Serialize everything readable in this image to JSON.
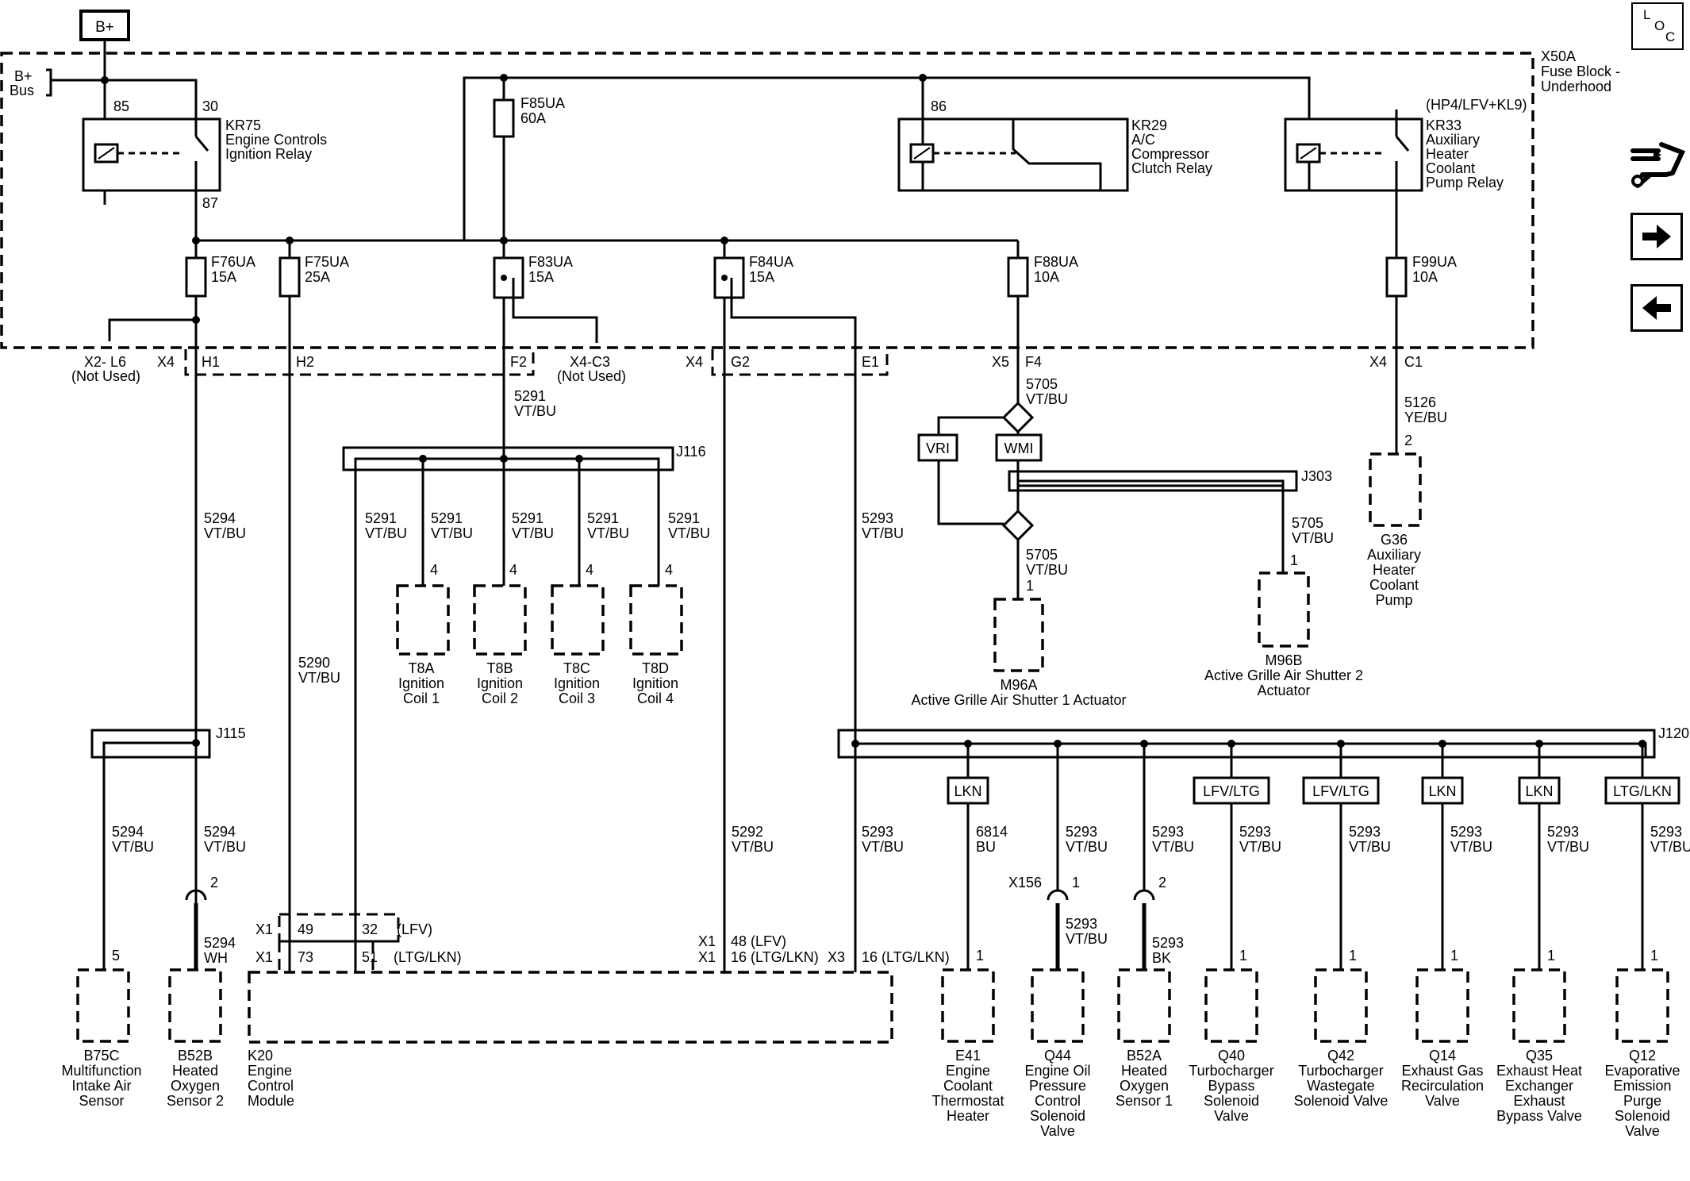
{
  "supply": {
    "label": "B+",
    "bus_label_1": "B+",
    "bus_label_2": "Bus"
  },
  "fuse_block": {
    "label_1": "X50A",
    "label_2": "Fuse Block -",
    "label_3": "Underhood"
  },
  "relays": {
    "kr75": {
      "id": "KR75",
      "line1": "Engine Controls",
      "line2": "Ignition Relay",
      "pin85": "85",
      "pin30": "30",
      "pin87": "87"
    },
    "kr29": {
      "id": "KR29",
      "line1": "A/C",
      "line2": "Compressor",
      "line3": "Clutch Relay",
      "pin86": "86"
    },
    "kr33": {
      "option": "(HP4/LFV+KL9)",
      "id": "KR33",
      "line1": "Auxiliary",
      "line2": "Heater",
      "line3": "Coolant",
      "line4": "Pump Relay"
    }
  },
  "fuses": {
    "f85ua": {
      "id": "F85UA",
      "rating": "60A"
    },
    "f76ua": {
      "id": "F76UA",
      "rating": "15A"
    },
    "f75ua": {
      "id": "F75UA",
      "rating": "25A"
    },
    "f83ua": {
      "id": "F83UA",
      "rating": "15A"
    },
    "f84ua": {
      "id": "F84UA",
      "rating": "15A"
    },
    "f88ua": {
      "id": "F88UA",
      "rating": "10A"
    },
    "f99ua": {
      "id": "F99UA",
      "rating": "10A"
    }
  },
  "connectors": {
    "x2_l6": "X2- L6",
    "not_used": "(Not Used)",
    "x4": "X4",
    "h1": "H1",
    "h2": "H2",
    "f2": "F2",
    "x4_c3": "X4-C3",
    "g2": "G2",
    "e1": "E1",
    "x5": "X5",
    "f4": "F4",
    "c1": "C1",
    "j116": "J116",
    "j303": "J303",
    "j115": "J115",
    "j120": "J120",
    "vri": "VRI",
    "wmi": "WMI",
    "x156": "X156",
    "x1": "X1",
    "x3": "X3",
    "pin49": "49",
    "pin32": "32",
    "lfv": "(LFV)",
    "pin73": "73",
    "pin51": "51",
    "ltg_lkn": "(LTG/LKN)",
    "k20_48": "48  (LFV)",
    "k20_16": "16  (LTG/LKN)",
    "x3_16": "16  (LTG/LKN)"
  },
  "wires": {
    "c5291": "5291",
    "c5294": "5294",
    "c5290": "5290",
    "c5293": "5293",
    "c5292": "5292",
    "c5705": "5705",
    "c5126": "5126",
    "c6814": "6814",
    "vtbu": "VT/BU",
    "yebu": "YE/BU",
    "bu": "BU",
    "wh": "WH",
    "bk": "BK"
  },
  "pins": {
    "p1": "1",
    "p2": "2",
    "p4": "4",
    "p5": "5"
  },
  "options": {
    "lkn": "LKN",
    "lfv_ltg": "LFV/LTG",
    "ltg_lkn": "LTG/LKN"
  },
  "components": {
    "t8a": {
      "id": "T8A",
      "l1": "Ignition",
      "l2": "Coil 1"
    },
    "t8b": {
      "id": "T8B",
      "l1": "Ignition",
      "l2": "Coil 2"
    },
    "t8c": {
      "id": "T8C",
      "l1": "Ignition",
      "l2": "Coil 3"
    },
    "t8d": {
      "id": "T8D",
      "l1": "Ignition",
      "l2": "Coil 4"
    },
    "m96a": {
      "id": "M96A",
      "l1": "Active Grille Air Shutter 1 Actuator"
    },
    "m96b": {
      "id": "M96B",
      "l1": "Active Grille Air Shutter 2",
      "l2": "Actuator"
    },
    "g36": {
      "id": "G36",
      "l1": "Auxiliary",
      "l2": "Heater",
      "l3": "Coolant",
      "l4": "Pump"
    },
    "b75c": {
      "id": "B75C",
      "l1": "Multifunction",
      "l2": "Intake Air",
      "l3": "Sensor"
    },
    "b52b": {
      "id": "B52B",
      "l1": "Heated",
      "l2": "Oxygen",
      "l3": "Sensor 2"
    },
    "k20": {
      "id": "K20",
      "l1": "Engine",
      "l2": "Control",
      "l3": "Module"
    },
    "e41": {
      "id": "E41",
      "l1": "Engine",
      "l2": "Coolant",
      "l3": "Thermostat",
      "l4": "Heater"
    },
    "q44": {
      "id": "Q44",
      "l1": "Engine Oil",
      "l2": "Pressure",
      "l3": "Control",
      "l4": "Solenoid",
      "l5": "Valve"
    },
    "b52a": {
      "id": "B52A",
      "l1": "Heated",
      "l2": "Oxygen",
      "l3": "Sensor 1"
    },
    "q40": {
      "id": "Q40",
      "l1": "Turbocharger",
      "l2": "Bypass",
      "l3": "Solenoid",
      "l4": "Valve"
    },
    "q42": {
      "id": "Q42",
      "l1": "Turbocharger",
      "l2": "Wastegate",
      "l3": "Solenoid Valve"
    },
    "q14": {
      "id": "Q14",
      "l1": "Exhaust Gas",
      "l2": "Recirculation",
      "l3": "Valve"
    },
    "q35": {
      "id": "Q35",
      "l1": "Exhaust Heat",
      "l2": "Exchanger",
      "l3": "Exhaust",
      "l4": "Bypass Valve"
    },
    "q12": {
      "id": "Q12",
      "l1": "Evaporative",
      "l2": "Emission",
      "l3": "Purge",
      "l4": "Solenoid",
      "l5": "Valve"
    }
  },
  "nav": {
    "loc_l": "L",
    "loc_o": "O",
    "loc_c": "C",
    "icons": [
      "loc-icon",
      "service-icon",
      "arrow-right-icon",
      "arrow-left-icon"
    ]
  }
}
